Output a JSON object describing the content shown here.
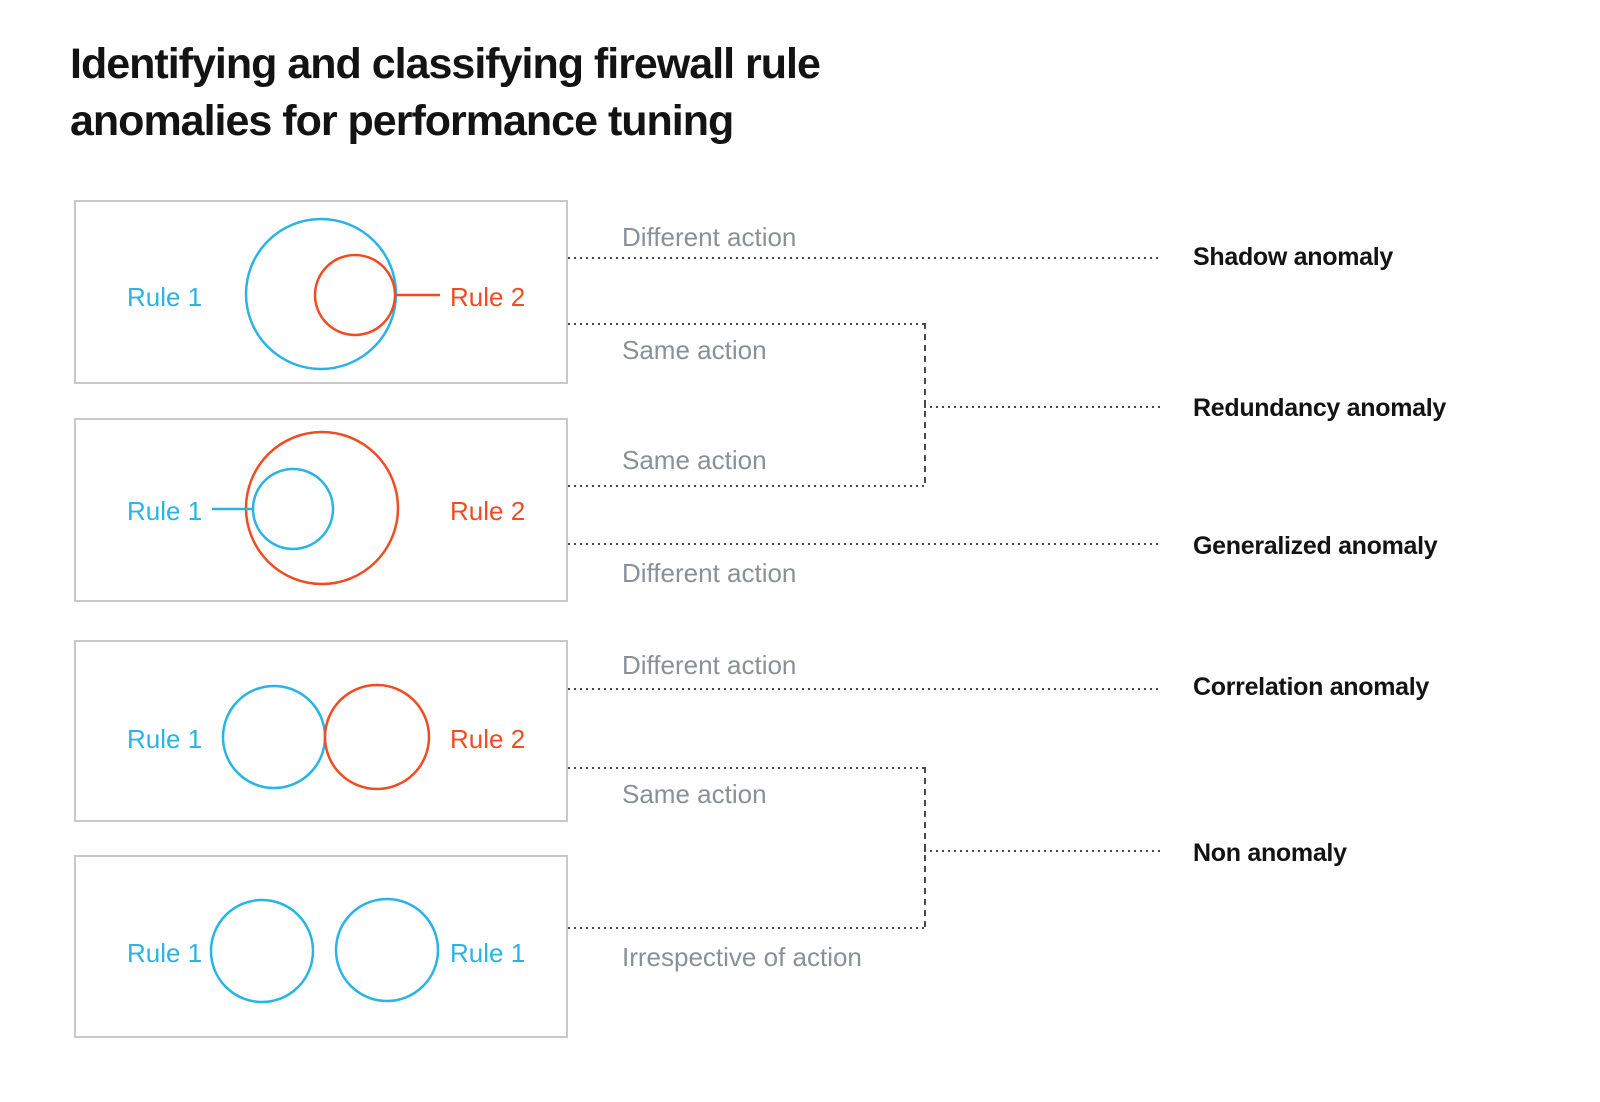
{
  "title": {
    "line1": "Identifying and classifying firewall rule",
    "line2": "anomalies for performance tuning"
  },
  "colors": {
    "rule1_cyan": "#29b4e5",
    "rule2_red": "#f04c23",
    "edge_label_gray": "#8a9097",
    "connector_gray": "#46484c",
    "box_border_gray": "#c9c9c9",
    "heading_black": "#131313"
  },
  "panels": [
    {
      "name": "rule2-inside-rule1",
      "left_label": "Rule 1",
      "right_label": "Rule 2"
    },
    {
      "name": "rule1-inside-rule2",
      "left_label": "Rule 1",
      "right_label": "Rule 2"
    },
    {
      "name": "rules-overlapping",
      "left_label": "Rule 1",
      "right_label": "Rule 2"
    },
    {
      "name": "rules-disjoint",
      "left_label": "Rule 1",
      "right_label": "Rule 1"
    }
  ],
  "edge_labels": {
    "shadow": "Different action",
    "redundancy_top": "Same action",
    "redundancy_bottom": "Same action",
    "generalized": "Different action",
    "correlation": "Different action",
    "non_top": "Same action",
    "non_bottom": "Irrespective of action"
  },
  "outcomes": {
    "shadow": "Shadow anomaly",
    "redundancy": "Redundancy anomaly",
    "generalized": "Generalized anomaly",
    "correlation": "Correlation anomaly",
    "non": "Non anomaly"
  }
}
